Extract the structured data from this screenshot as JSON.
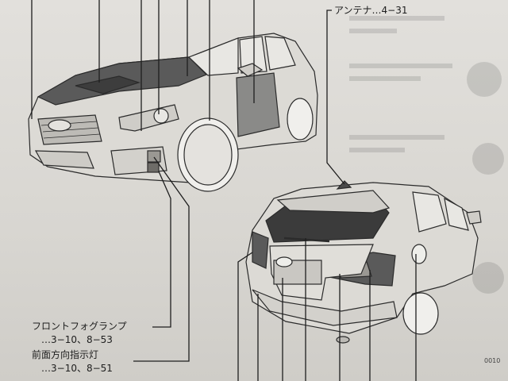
{
  "callouts": {
    "antenna": {
      "label": "アンテナ…4−31"
    },
    "front_fog_lamp": {
      "label": "フロントフォグランプ",
      "pages": "…3−10、8−53"
    },
    "front_turn_signal": {
      "label": "前面方向指示灯",
      "pages": "…3−10、8−51"
    }
  },
  "page_code": "0010"
}
